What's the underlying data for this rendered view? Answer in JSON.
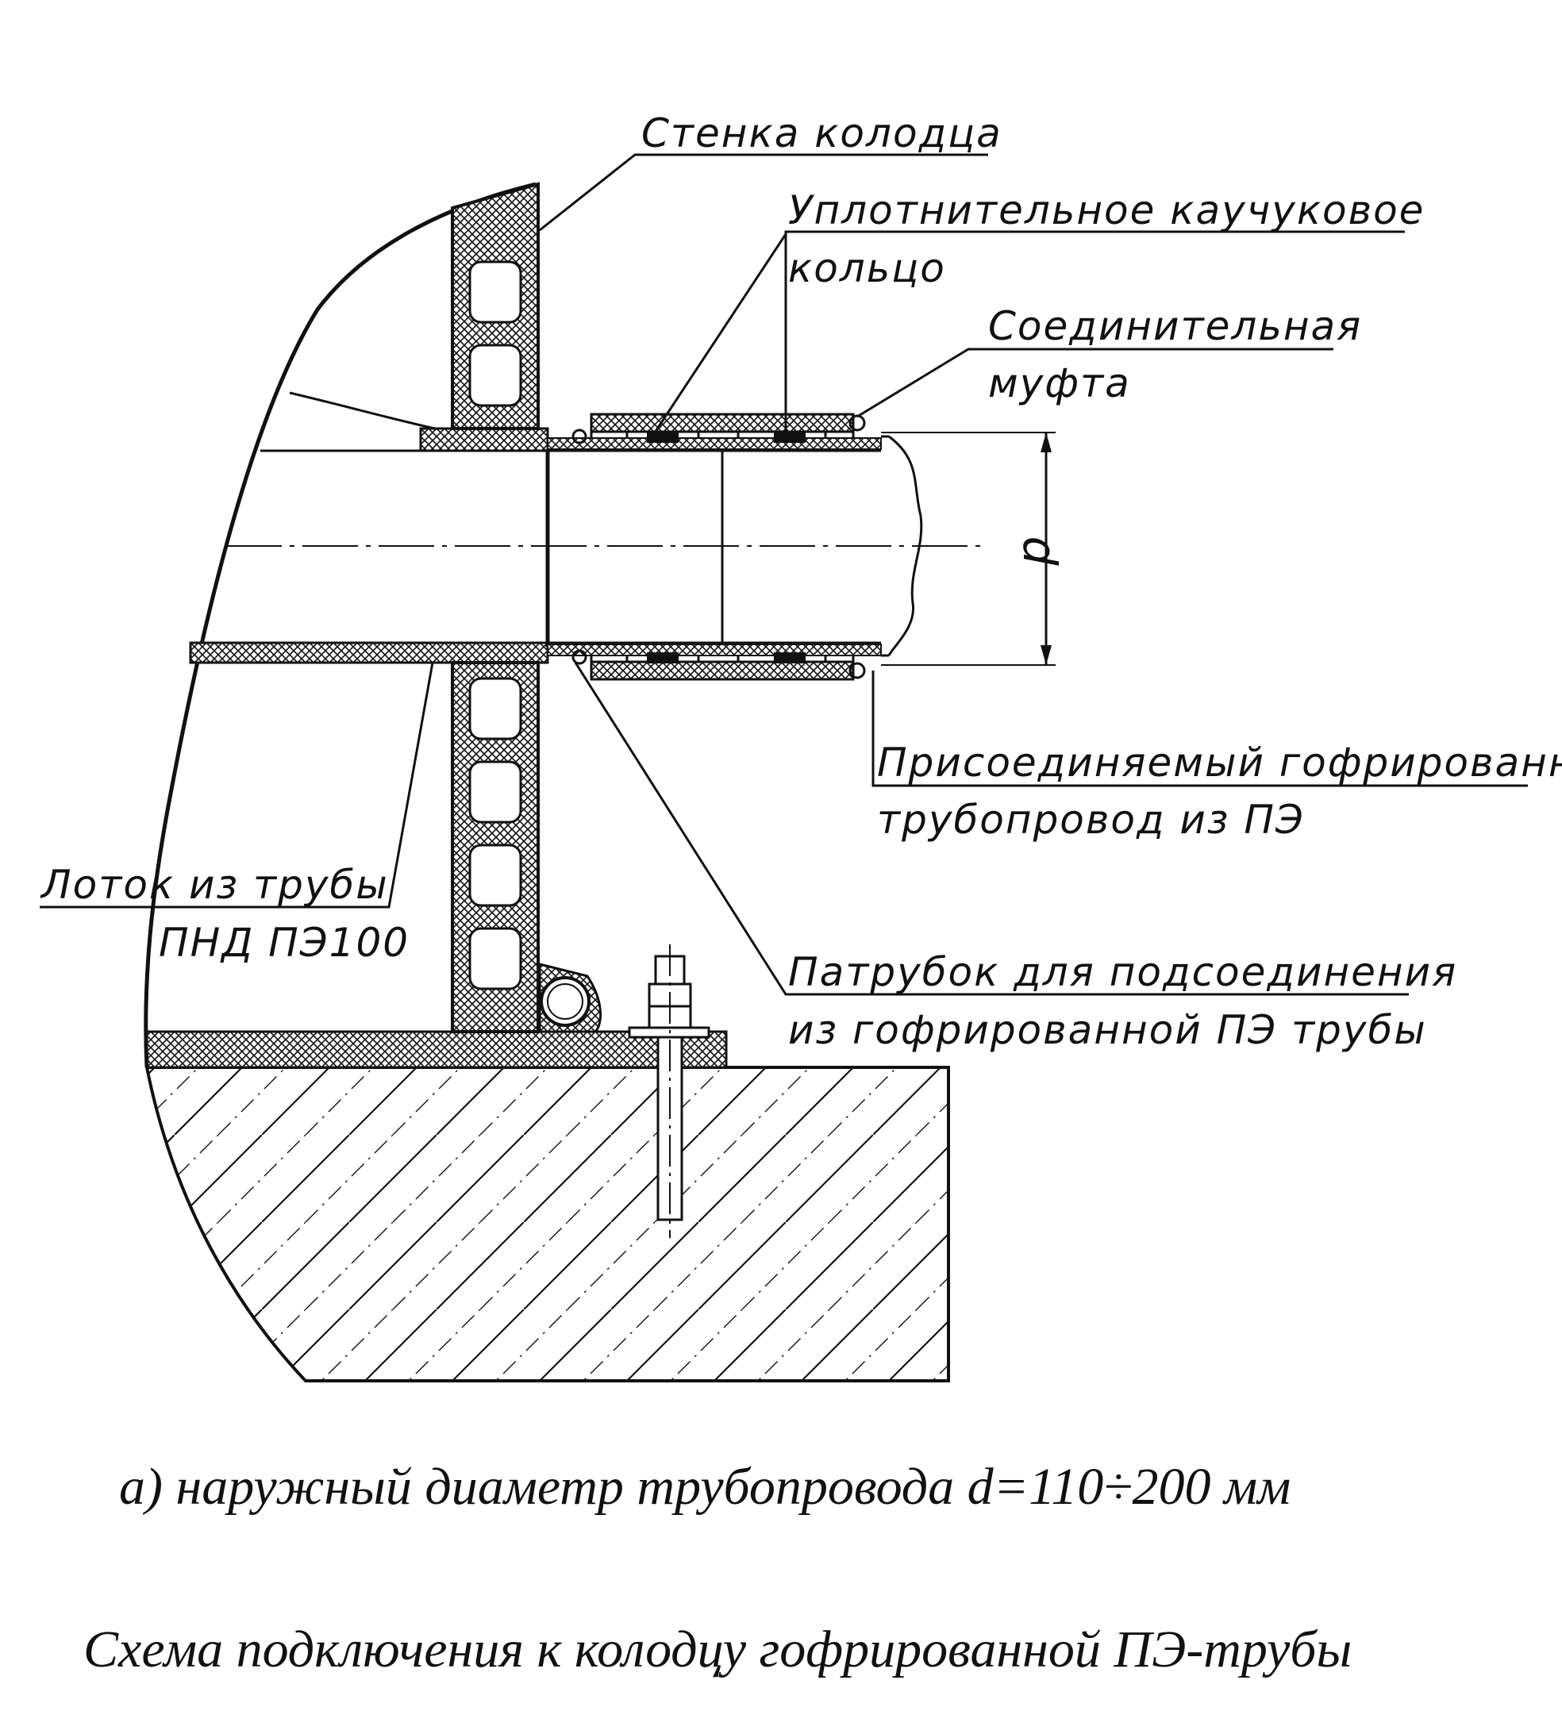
{
  "labels": {
    "well_wall": "Стенка колодца",
    "seal_ring_line1": "Уплотнительное каучуковое",
    "seal_ring_line2": "кольцо",
    "coupling_line1": "Соединительная",
    "coupling_line2": "муфта",
    "pipeline_line1": "Присоединяемый гофрированный",
    "pipeline_line2": "трубопровод из ПЭ",
    "tray_line1": "Лоток из трубы",
    "tray_line2": "ПНД ПЭ100",
    "branch_line1": "Патрубок для подсоединения",
    "branch_line2": "из гофрированной ПЭ трубы",
    "dimension": "d"
  },
  "captions": {
    "subtitle": "а) наружный диаметр трубопровода d=110÷200 мм",
    "title": "Схема подключения к колодцу гофрированной ПЭ-трубы"
  },
  "colors": {
    "ink": "#111111",
    "paper": "#ffffff"
  }
}
